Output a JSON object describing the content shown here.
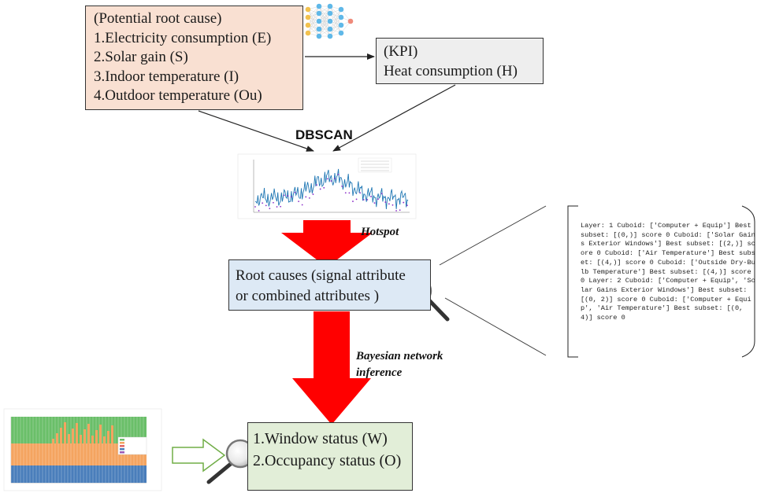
{
  "causes_box": {
    "heading": "(Potential root cause)",
    "items": [
      "1.Electricity consumption (E)",
      "2.Solar gain (S)",
      "3.Indoor temperature (I)",
      "4.Outdoor temperature (Ou)"
    ]
  },
  "kpi_box": {
    "heading": "(KPI)",
    "label": "Heat consumption (H)"
  },
  "labels": {
    "dbscan": "DBSCAN",
    "hotspot": "Hotspot",
    "bayes_line1": "Bayesian network",
    "bayes_line2": "inference"
  },
  "root_box": {
    "line1": "Root causes (signal attribute",
    "line2": "or combined attributes )"
  },
  "status_box": {
    "items": [
      "1.Window status (W)",
      "2.Occupancy status (O)"
    ]
  },
  "code_output": "Layer: 1 Cuboid: ['Computer + Equip'] Best subset: [(0,)] score 0 Cuboid: ['Solar Gains Exterior Windows'] Best subset: [(2,)] score 0 Cuboid: ['Air Temperature'] Best subset: [(4,)] score 0 Cuboid: ['Outside Dry-Bulb Temperature'] Best subset: [(4,)] score 0 Layer: 2 Cuboid: ['Computer + Equip', 'Solar Gains Exterior Windows'] Best subset: [(0, 2)] score 0 Cuboid: ['Computer + Equip', 'Air Temperature'] Best subset: [(0, 4)] score 0",
  "colors": {
    "causes_fill": "#f9e0d2",
    "kpi_fill": "#eeeeee",
    "root_fill": "#dde9f5",
    "status_fill": "#e2eed8",
    "big_arrow": "#ff0000",
    "hollow_arrow_stroke": "#70ad47",
    "timeseries_line": "#1f77b4",
    "timeseries_points": "#8b2fc9",
    "stack_blue": "#4a7ebb",
    "stack_orange": "#f4a460",
    "stack_green": "#6abf69"
  },
  "icons": [
    "neural-network-icon",
    "magnifier-icon",
    "timeseries-plot-thumbnail",
    "stacked-bar-plot-thumbnail"
  ]
}
